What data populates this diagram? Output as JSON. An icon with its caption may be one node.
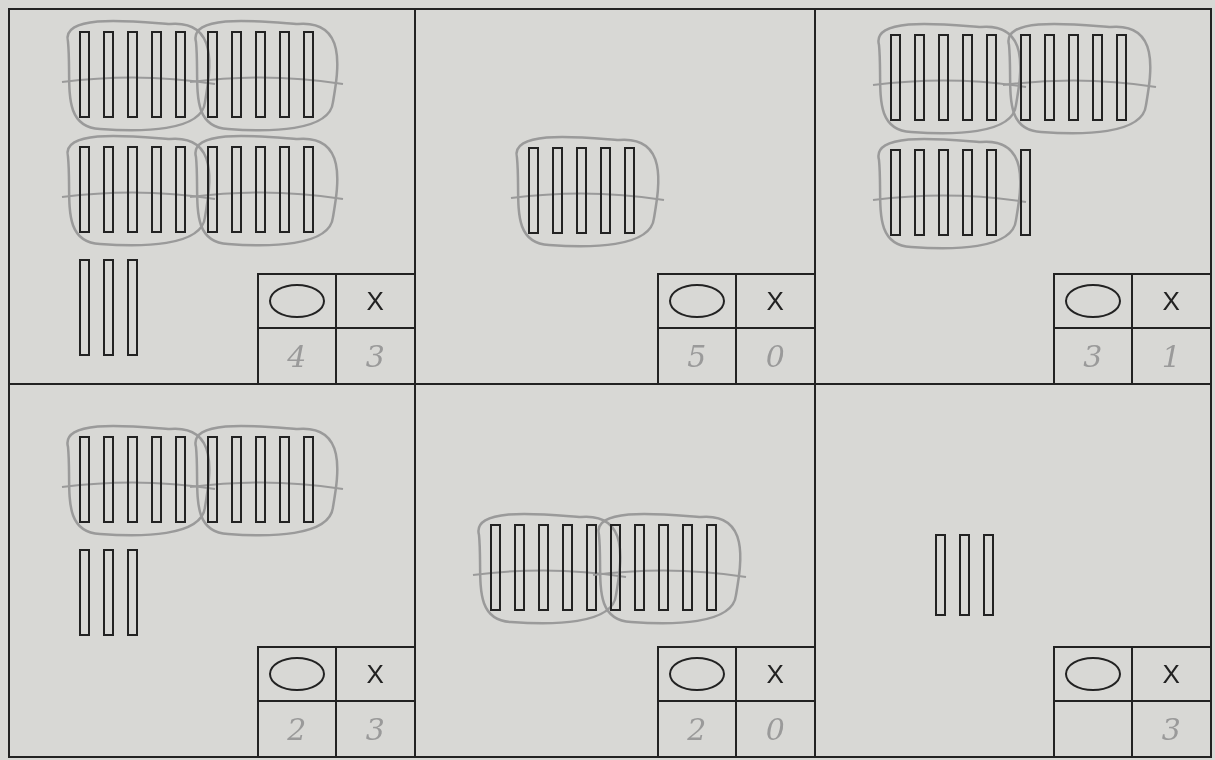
{
  "diagram": {
    "labels": [
      "X",
      "4",
      "3",
      "X",
      "5",
      "0",
      "X",
      "3",
      "1",
      "X",
      "2",
      "3",
      "X",
      "2",
      "0",
      "X",
      "3"
    ]
  }
}
